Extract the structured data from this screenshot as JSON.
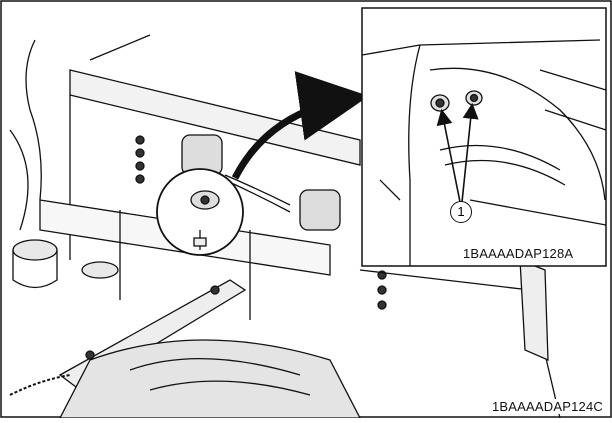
{
  "figure": {
    "main_code": "1BAAAADAP124C",
    "inset_code": "1BAAAADAP128A",
    "callout_number": "1"
  },
  "icons": [
    "mount-bolt-icon",
    "callout-arrow-icon"
  ]
}
